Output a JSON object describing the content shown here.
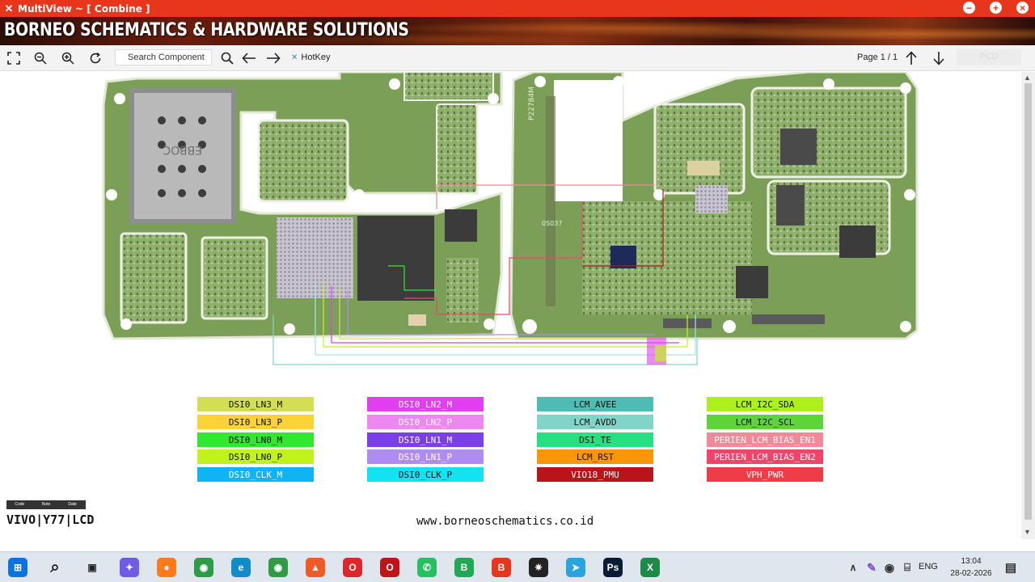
{
  "window": {
    "title": "MultiView ~ [ Combine ]",
    "controls": [
      "minimize-icon",
      "maximize-icon",
      "close-icon"
    ],
    "accent_color": "#e8361d"
  },
  "banner": {
    "brand": "BORNEO SCHEMATICS & HARDWARE SOLUTIONS"
  },
  "toolbar": {
    "search_placeholder": "Search Component",
    "hotkey_label": "HotKey",
    "page_label": "Page 1 / 1",
    "pcd_label": "PCD"
  },
  "board": {
    "silk_ebboc": "EBBOC",
    "silk_rev": "P22784M",
    "silk_code": "0S037"
  },
  "signals": [
    {
      "label": "DSI0_LN3_M",
      "color": "#d2df55",
      "light": false
    },
    {
      "label": "DSI0_LN3_P",
      "color": "#fcd23a",
      "light": false
    },
    {
      "label": "DSI0_LN0_M",
      "color": "#2fe82f",
      "light": false
    },
    {
      "label": "DSI0_LN0_P",
      "color": "#c2f21c",
      "light": false
    },
    {
      "label": "DSI0_CLK_M",
      "color": "#11b4f2",
      "light": true
    },
    {
      "label": "DSI0_LN2_M",
      "color": "#e03ef0",
      "light": true
    },
    {
      "label": "DSI0_LN2_P",
      "color": "#ee88f0",
      "light": true
    },
    {
      "label": "DSI0_LN1_M",
      "color": "#7b3ee8",
      "light": true
    },
    {
      "label": "DSI0_LN1_P",
      "color": "#b18cf0",
      "light": true
    },
    {
      "label": "DSI0_CLK_P",
      "color": "#12e2f2",
      "light": false
    },
    {
      "label": "LCM_AVEE",
      "color": "#4fbcb2",
      "light": false
    },
    {
      "label": "LCM_AVDD",
      "color": "#80d4c8",
      "light": false
    },
    {
      "label": "DSI_TE",
      "color": "#26e082",
      "light": false
    },
    {
      "label": "LCM_RST",
      "color": "#fa9608",
      "light": false
    },
    {
      "label": "VIO18_PMU",
      "color": "#b8141a",
      "light": true
    },
    {
      "label": "LCM_I2C_SDA",
      "color": "#aef01a",
      "light": false
    },
    {
      "label": "LCM_I2C_SCL",
      "color": "#5ed43a",
      "light": false
    },
    {
      "label": "PERIEN_LCM_BIAS_EN1",
      "color": "#f38898",
      "light": true
    },
    {
      "label": "PERIEN_LCM_BIAS_EN2",
      "color": "#f2446a",
      "light": true
    },
    {
      "label": "VPH_PWR",
      "color": "#ee3d46",
      "light": true
    }
  ],
  "model": {
    "header": [
      "Code",
      "Note",
      "Date"
    ],
    "name": "VIVO|Y77|LCD"
  },
  "footer": {
    "website": "www.borneoschematics.co.id"
  },
  "taskbar": {
    "apps": [
      "windows-start-icon",
      "search-icon",
      "task-view-icon",
      "copilot-icon",
      "firefox-icon",
      "chrome-icon",
      "edge-icon",
      "chrome-icon",
      "brave-icon",
      "opera-icon",
      "opera-gx-icon",
      "whatsapp-icon",
      "whatsapp-business-icon",
      "borneo-app-icon",
      "chatgpt-icon",
      "telegram-icon",
      "photoshop-icon",
      "excel-icon"
    ],
    "lang": "ENG",
    "time": "13:04",
    "date": "28-02-2026"
  }
}
